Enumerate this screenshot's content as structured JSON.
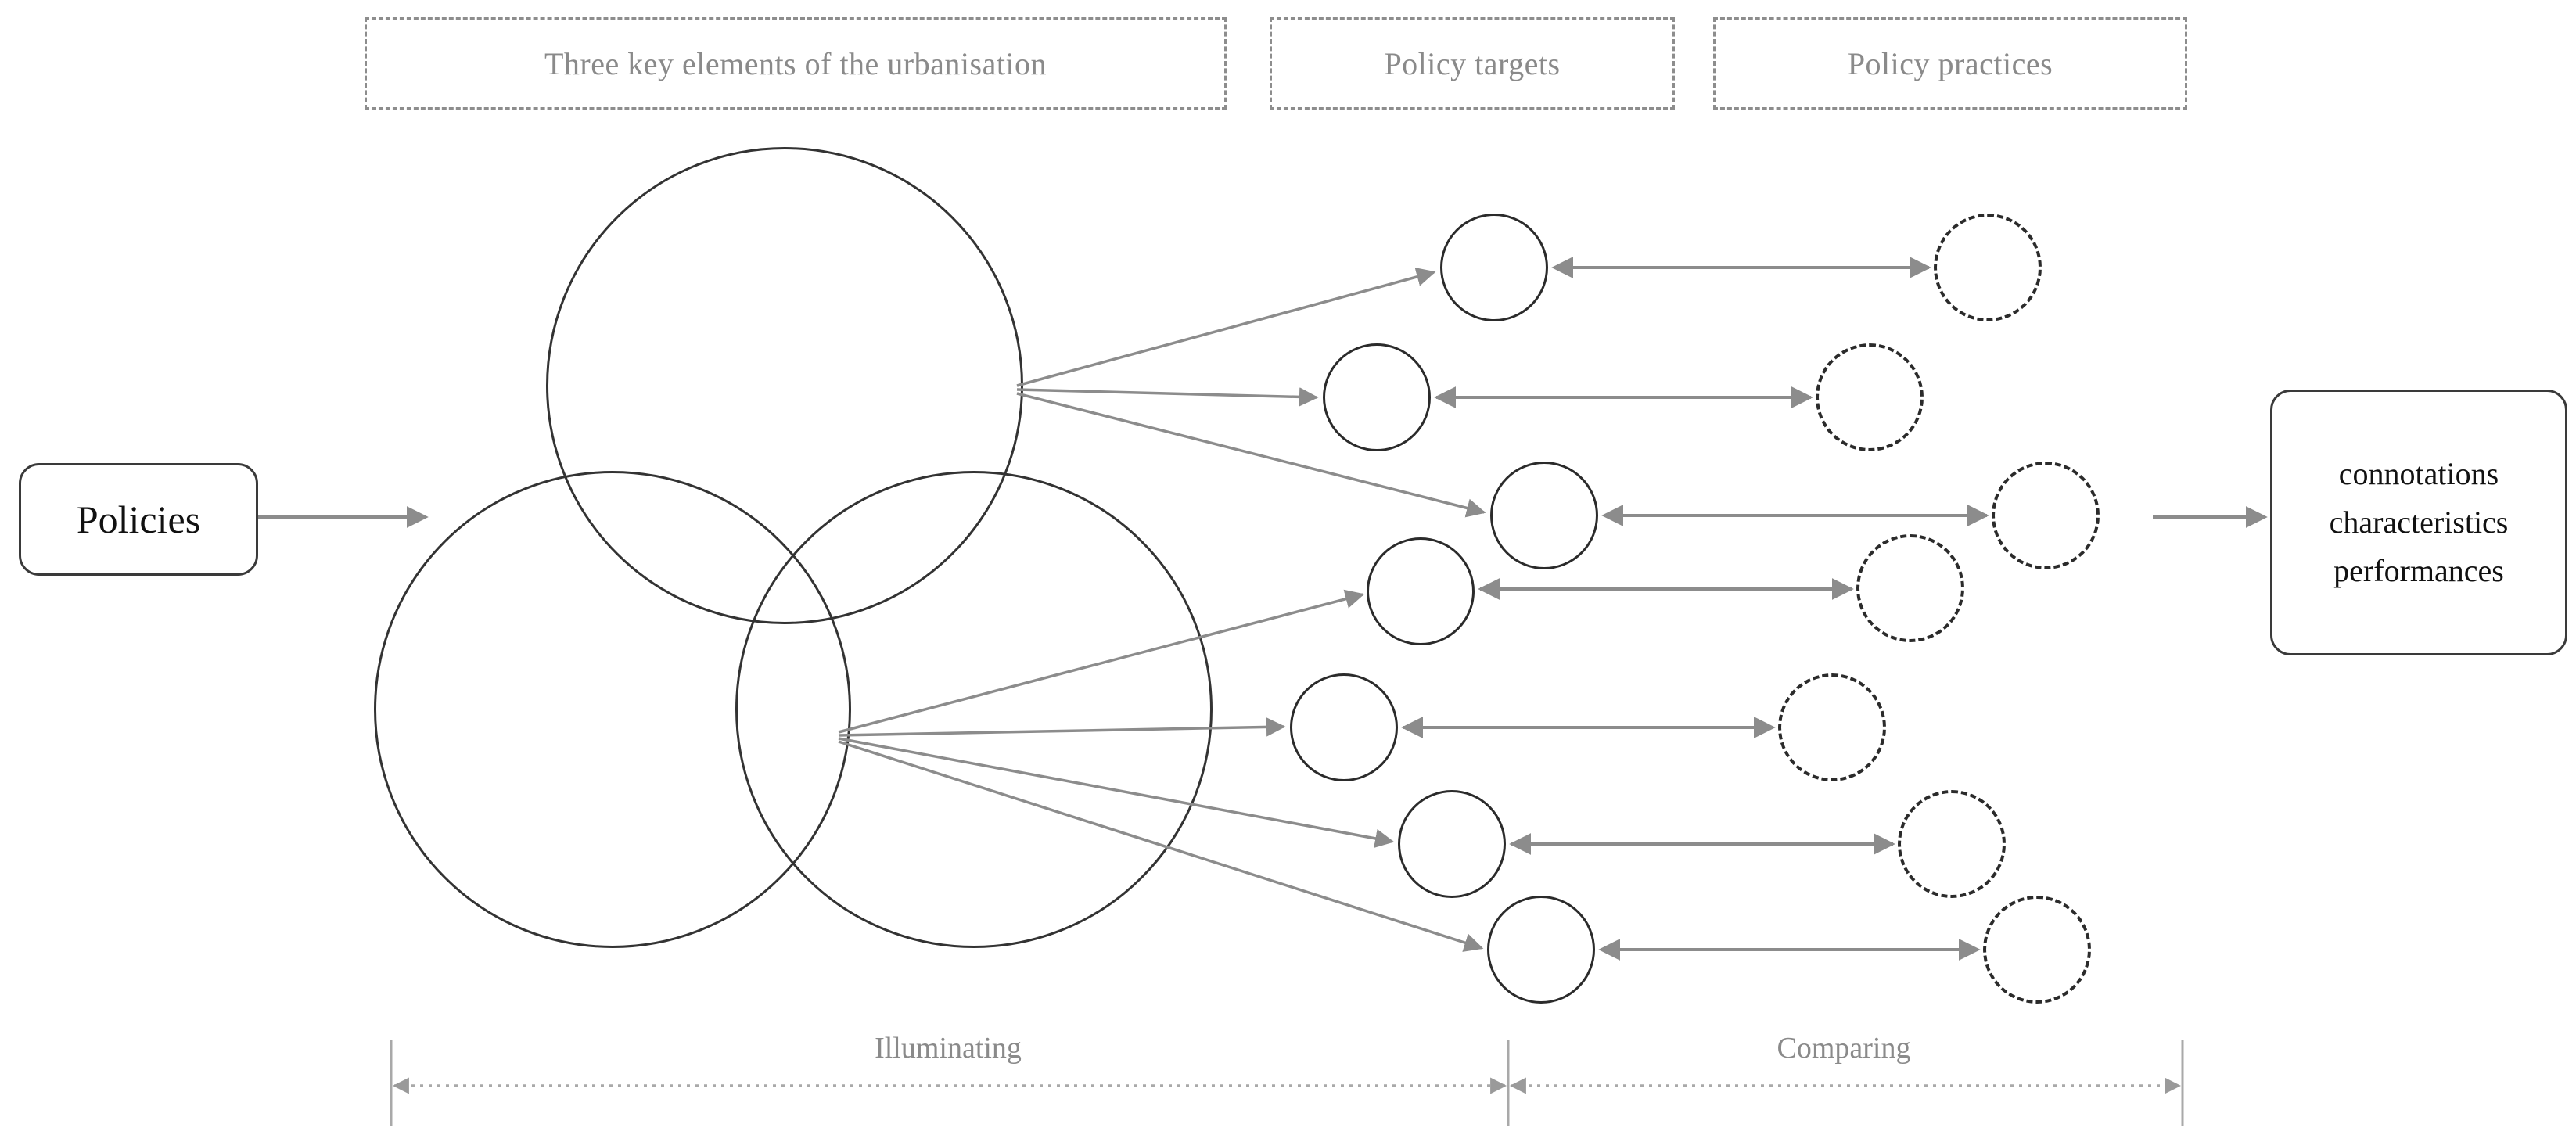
{
  "diagram": {
    "title_row": [
      {
        "id": "urbanisation",
        "label": "Three key elements of the urbanisation"
      },
      {
        "id": "targets",
        "label": "Policy targets"
      },
      {
        "id": "practices",
        "label": "Policy practices"
      }
    ],
    "input_node": {
      "label": "Policies"
    },
    "output_node": {
      "lines": [
        "connotations",
        "characteristics",
        "performances"
      ]
    },
    "venn": {
      "description": "three overlapping circles representing the three key elements of urbanisation",
      "circle_count": 3
    },
    "policy_targets": {
      "count": 7,
      "style": "solid-circle"
    },
    "policy_practices": {
      "count": 7,
      "style": "dashed-circle"
    },
    "span_labels": [
      {
        "id": "illuminating",
        "label": "Illuminating"
      },
      {
        "id": "comparing",
        "label": "Comparing"
      }
    ],
    "colors": {
      "ink": "#2b2b2b",
      "muted": "#8a8a8a",
      "connector": "#8c8c8c",
      "axis": "#a9a9a9"
    }
  }
}
